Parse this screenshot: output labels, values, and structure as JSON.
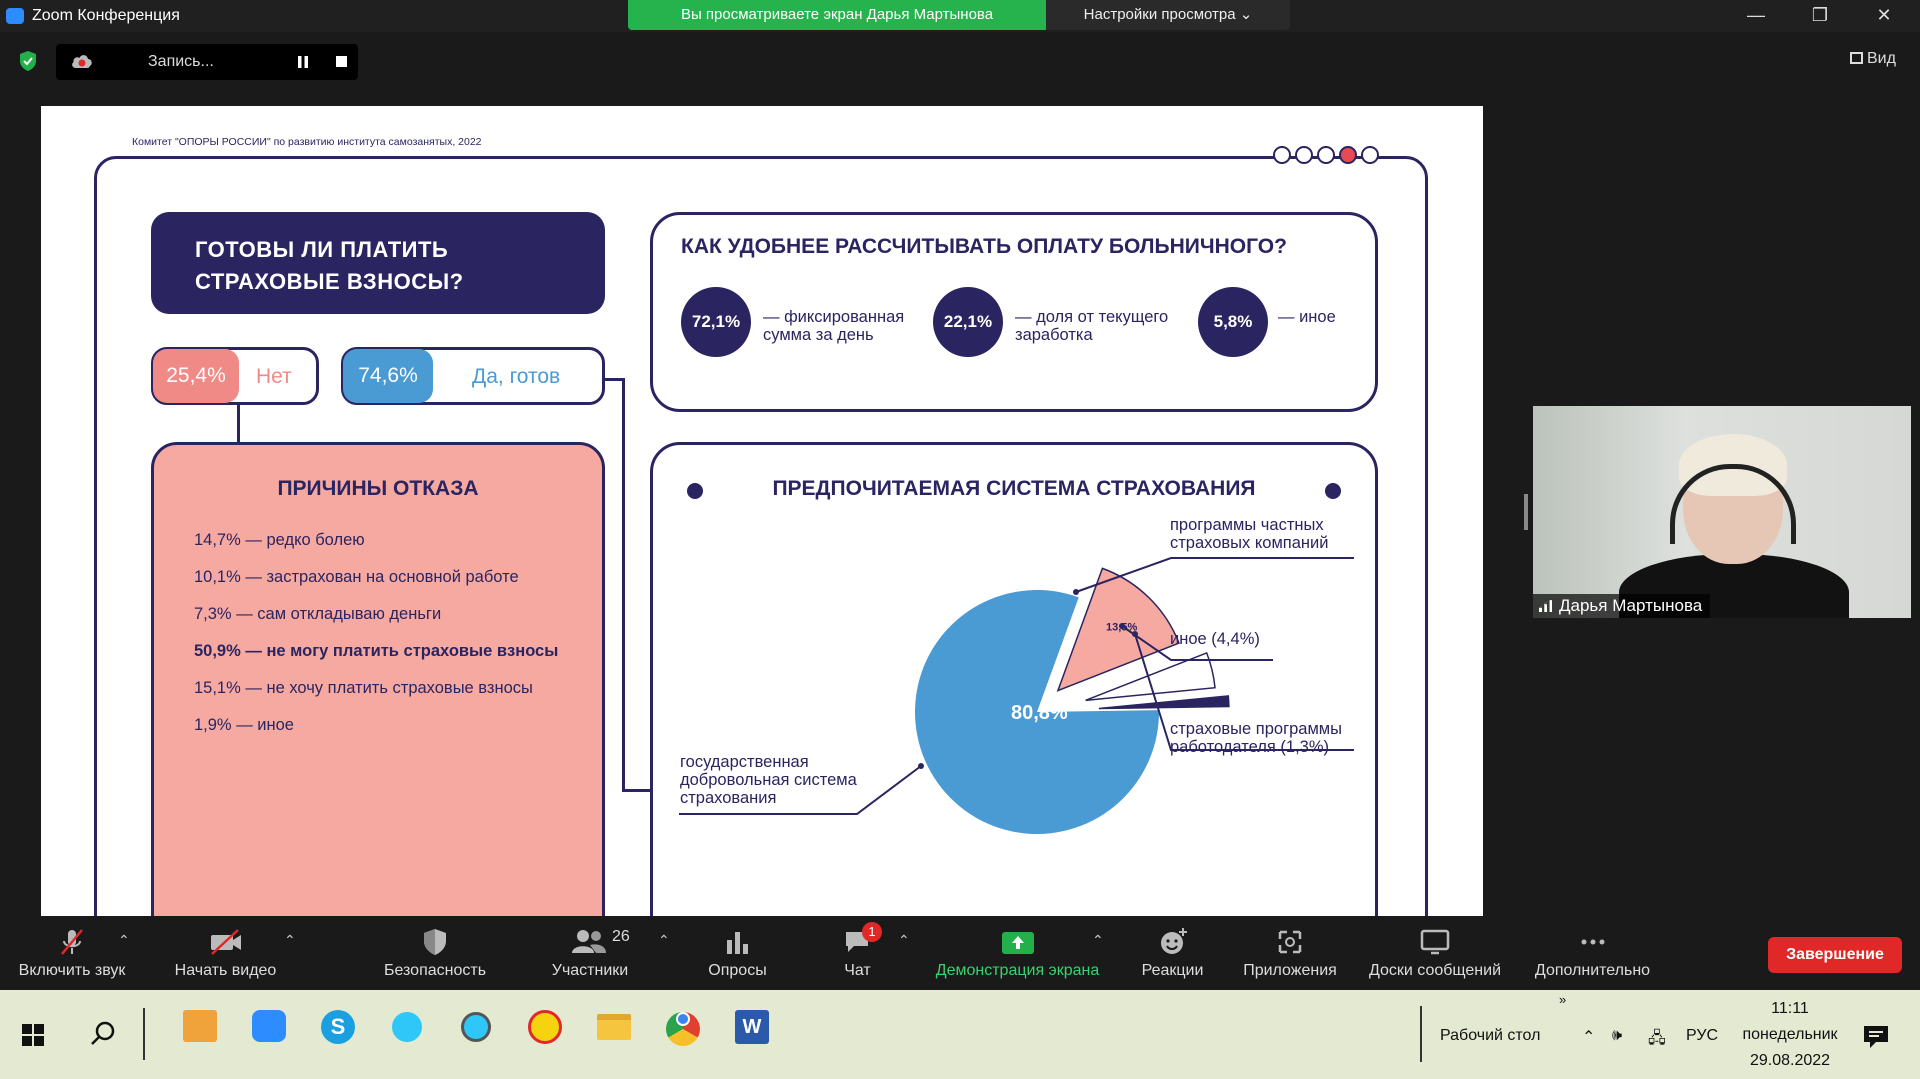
{
  "window": {
    "title": "Zoom Конференция"
  },
  "share_banner": {
    "text": "Вы просматриваете экран Дарья Мартынова",
    "view_options": "Настройки просмотра ⌄"
  },
  "window_controls": {
    "minimize": "—",
    "maximize": "❐",
    "close": "✕"
  },
  "recording": {
    "label": "Запись..."
  },
  "view": {
    "label": "Вид"
  },
  "slide": {
    "header": "Комитет \"ОПОРЫ РОССИИ\" по развитию института самозанятых, 2022",
    "question": "ГОТОВЫ ЛИ ПЛАТИТЬ СТРАХОВЫЕ ВЗНОСЫ?",
    "no": {
      "value": "25,4%",
      "label": "Нет"
    },
    "yes": {
      "value": "74,6%",
      "label": "Да, готов"
    },
    "reasons": {
      "title": "ПРИЧИНЫ ОТКАЗА",
      "items": [
        "14,7% — редко болею",
        "10,1% — застрахован на основной работе",
        "7,3% — сам откладываю деньги",
        "50,9% — не могу платить страховые взносы",
        "15,1% — не хочу платить страховые взносы",
        "1,9% — иное"
      ]
    },
    "sick_pay": {
      "title": "КАК УДОБНЕЕ РАССЧИТЫВАТЬ ОПЛАТУ БОЛЬНИЧНОГО?",
      "options": [
        {
          "value": "72,1%",
          "text": "— фиксированная сумма за день"
        },
        {
          "value": "22,1%",
          "text": "— доля от текущего заработка"
        },
        {
          "value": "5,8%",
          "text": "— иное"
        }
      ]
    },
    "insurance": {
      "title": "ПРЕДПОЧИТАЕМАЯ СИСТЕМА СТРАХОВАНИЯ",
      "labels": {
        "state": "государственная добровольная система страхования",
        "private": "программы частных страховых компаний",
        "other": "иное (4,4%)",
        "employer": "страховые программы работодателя (1,3%)"
      }
    }
  },
  "chart_data": {
    "type": "pie",
    "title": "ПРЕДПОЧИТАЕМАЯ СИСТЕМА СТРАХОВАНИЯ",
    "slices": [
      {
        "label": "государственная добровольная система страхования",
        "value": 80.8,
        "value_label": "80,8%",
        "color": "#4a9ad4"
      },
      {
        "label": "программы частных страховых компаний",
        "value": 13.5,
        "value_label": "13,5%",
        "color": "#f6a9a1"
      },
      {
        "label": "иное (4,4%)",
        "value": 4.4,
        "color": "#ffffff"
      },
      {
        "label": "страховые программы работодателя (1,3%)",
        "value": 1.3,
        "color": "#2a2460"
      }
    ]
  },
  "participant": {
    "name": "Дарья Мартынова"
  },
  "toolbar": {
    "mute": "Включить звук",
    "video": "Начать видео",
    "security": "Безопасность",
    "participants": "Участники",
    "participants_count": "26",
    "polls": "Опросы",
    "chat": "Чат",
    "chat_badge": "1",
    "share": "Демонстрация экрана",
    "reactions": "Реакции",
    "apps": "Приложения",
    "whiteboards": "Доски сообщений",
    "more": "Дополнительно",
    "end": "Завершение"
  },
  "taskbar": {
    "desktop": "Рабочий стол",
    "lang": "РУС",
    "time": "11:11",
    "day": "понедельник",
    "date": "29.08.2022",
    "chevron": "»"
  }
}
